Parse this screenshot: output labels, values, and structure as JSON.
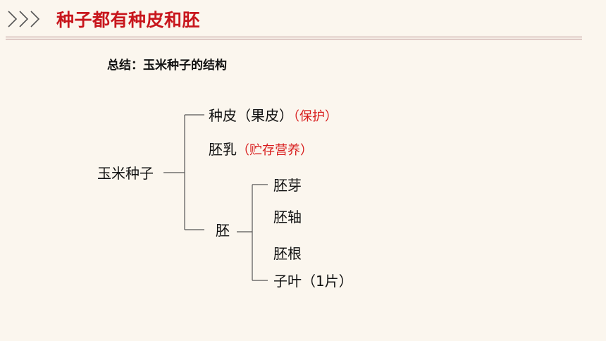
{
  "header": {
    "title": "种子都有种皮和胚",
    "accent_color": "#c8161d",
    "icon": "triple-chevron-right-icon"
  },
  "summary": {
    "text": "总结：玉米种子的结构"
  },
  "diagram": {
    "root": "玉米种子",
    "seed_coat": {
      "label": "种皮（果皮）",
      "note": "（保护）"
    },
    "endosperm": {
      "label": "胚乳",
      "note": "（贮存营养）"
    },
    "embryo": {
      "label": "胚",
      "parts": [
        "胚芽",
        "胚轴",
        "胚根",
        "子叶（1片）"
      ]
    }
  }
}
